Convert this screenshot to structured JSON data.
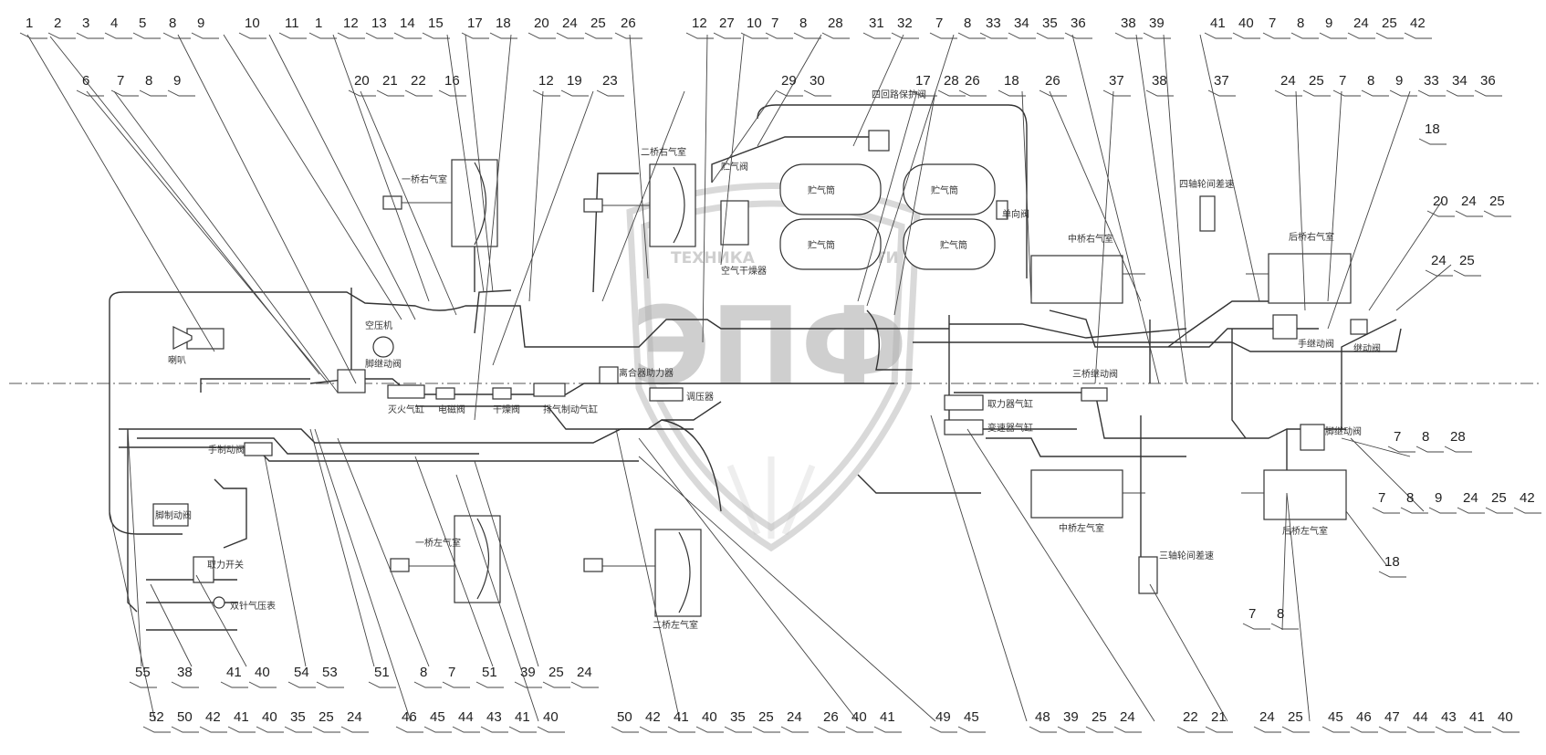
{
  "top_callouts": [
    {
      "numbers": [
        "1",
        "2",
        "3",
        "4",
        "5"
      ]
    },
    {
      "numbers": [
        "8",
        "9"
      ]
    },
    {
      "numbers": [
        "10"
      ]
    },
    {
      "numbers": [
        "11"
      ]
    },
    {
      "numbers": [
        "1",
        "12",
        "13",
        "14",
        "15"
      ]
    },
    {
      "numbers": [
        "17",
        "18"
      ]
    },
    {
      "numbers": [
        "20",
        "24",
        "25"
      ]
    },
    {
      "numbers": [
        "26"
      ]
    },
    {
      "numbers": [
        "12"
      ]
    },
    {
      "numbers": [
        "27"
      ]
    },
    {
      "numbers": [
        "10"
      ]
    },
    {
      "numbers": [
        "7",
        "8",
        "28"
      ]
    },
    {
      "numbers": [
        "31",
        "32"
      ]
    },
    {
      "numbers": [
        "7",
        "8"
      ]
    },
    {
      "numbers": [
        "33",
        "34",
        "35",
        "36"
      ]
    },
    {
      "numbers": [
        "38",
        "39"
      ]
    },
    {
      "numbers": [
        "41",
        "40"
      ]
    },
    {
      "numbers": [
        "7",
        "8",
        "9",
        "24",
        "25",
        "42"
      ]
    },
    {
      "numbers": [
        "6"
      ]
    },
    {
      "numbers": [
        "7",
        "8",
        "9"
      ]
    },
    {
      "numbers": [
        "20",
        "21",
        "22"
      ]
    },
    {
      "numbers": [
        "16"
      ]
    },
    {
      "numbers": [
        "12",
        "19"
      ]
    },
    {
      "numbers": [
        "23"
      ]
    },
    {
      "numbers": [
        "29",
        "30"
      ]
    },
    {
      "numbers": [
        "17",
        "28"
      ]
    },
    {
      "numbers": [
        "26"
      ]
    },
    {
      "numbers": [
        "18"
      ]
    },
    {
      "numbers": [
        "26"
      ]
    },
    {
      "numbers": [
        "37"
      ]
    },
    {
      "numbers": [
        "38"
      ]
    },
    {
      "numbers": [
        "37"
      ]
    },
    {
      "numbers": [
        "24",
        "25"
      ]
    },
    {
      "numbers": [
        "7",
        "8",
        "9",
        "33",
        "34",
        "36"
      ]
    },
    {
      "numbers": [
        "18"
      ]
    },
    {
      "numbers": [
        "20",
        "24",
        "25"
      ]
    },
    {
      "numbers": [
        "24",
        "25"
      ]
    }
  ],
  "bottom_callouts": [
    {
      "numbers": [
        "55"
      ]
    },
    {
      "numbers": [
        "38"
      ]
    },
    {
      "numbers": [
        "41",
        "40"
      ]
    },
    {
      "numbers": [
        "54",
        "53"
      ]
    },
    {
      "numbers": [
        "51"
      ]
    },
    {
      "numbers": [
        "8",
        "7"
      ]
    },
    {
      "numbers": [
        "51"
      ]
    },
    {
      "numbers": [
        "39",
        "25",
        "24"
      ]
    },
    {
      "numbers": [
        "7",
        "8"
      ]
    },
    {
      "numbers": [
        "52",
        "50",
        "42",
        "41",
        "40",
        "35",
        "25",
        "24"
      ]
    },
    {
      "numbers": [
        "46",
        "45",
        "44",
        "43",
        "41",
        "40"
      ]
    },
    {
      "numbers": [
        "50",
        "42",
        "41",
        "40",
        "35",
        "25",
        "24"
      ]
    },
    {
      "numbers": [
        "26",
        "40",
        "41"
      ]
    },
    {
      "numbers": [
        "49",
        "45"
      ]
    },
    {
      "numbers": [
        "48",
        "39",
        "25",
        "24"
      ]
    },
    {
      "numbers": [
        "22",
        "21"
      ]
    },
    {
      "numbers": [
        "24",
        "25"
      ]
    },
    {
      "numbers": [
        "45",
        "46",
        "47",
        "44",
        "43",
        "41",
        "40"
      ]
    },
    {
      "numbers": [
        "7",
        "8",
        "28"
      ]
    },
    {
      "numbers": [
        "7",
        "8",
        "9",
        "24",
        "25",
        "42"
      ]
    },
    {
      "numbers": [
        "18"
      ]
    }
  ],
  "component_labels": {
    "horn": "喇叭",
    "air_compressor": "空压机",
    "foot_relay_valve": "脚继动阀",
    "solenoid_valve": "电磁阀",
    "flameout_cylinder": "灭火气缸",
    "dryer_valve": "干燥阀",
    "exhaust_brake_cylinder": "排气制动气缸",
    "clutch_booster": "离合器助力器",
    "regulator": "调压器",
    "hand_brake_valve_left": "手制动阀",
    "foot_brake_valve": "脚制动阀",
    "brake_light_switch": "取力开关",
    "double_needle_gauge": "双针气压表",
    "front_axle_right_chamber": "一桥右气室",
    "second_axle_right_chamber": "二桥右气室",
    "front_axle_left_chamber": "一桥左气室",
    "second_axle_left_chamber": "二桥左气室",
    "reservoir_1": "贮气筒",
    "reservoir_2": "贮气筒",
    "reservoir_3": "贮气筒",
    "reservoir_4": "贮气筒",
    "air_dryer": "空气干燥器",
    "four_circuit_valve": "四回路保护阀",
    "one_way_valve": "单向阀",
    "middle_axle_right_chamber": "中桥右气室",
    "middle_axle_left_chamber": "中桥左气室",
    "rear_axle_right_chamber": "后桥右气室",
    "rear_axle_left_chamber": "后桥左气室",
    "three_axle_relay_valve": "三桥继动阀",
    "hand_relay_valve": "手继动阀",
    "foot_relay_valve_rear": "脚继动阀",
    "relay_valve_right": "继动阀",
    "pto_cylinder": "取力器气缸",
    "shift_cylinder": "变速器气缸",
    "inter_wheel_diff_top": "四轴轮间差速",
    "inter_axle_diff_bottom": "三轴轮间差速"
  },
  "watermark": {
    "line1": "ТЕХНИКА",
    "line2": "ЗАПЧАСТИ",
    "logo_text": "ЭПФ"
  }
}
